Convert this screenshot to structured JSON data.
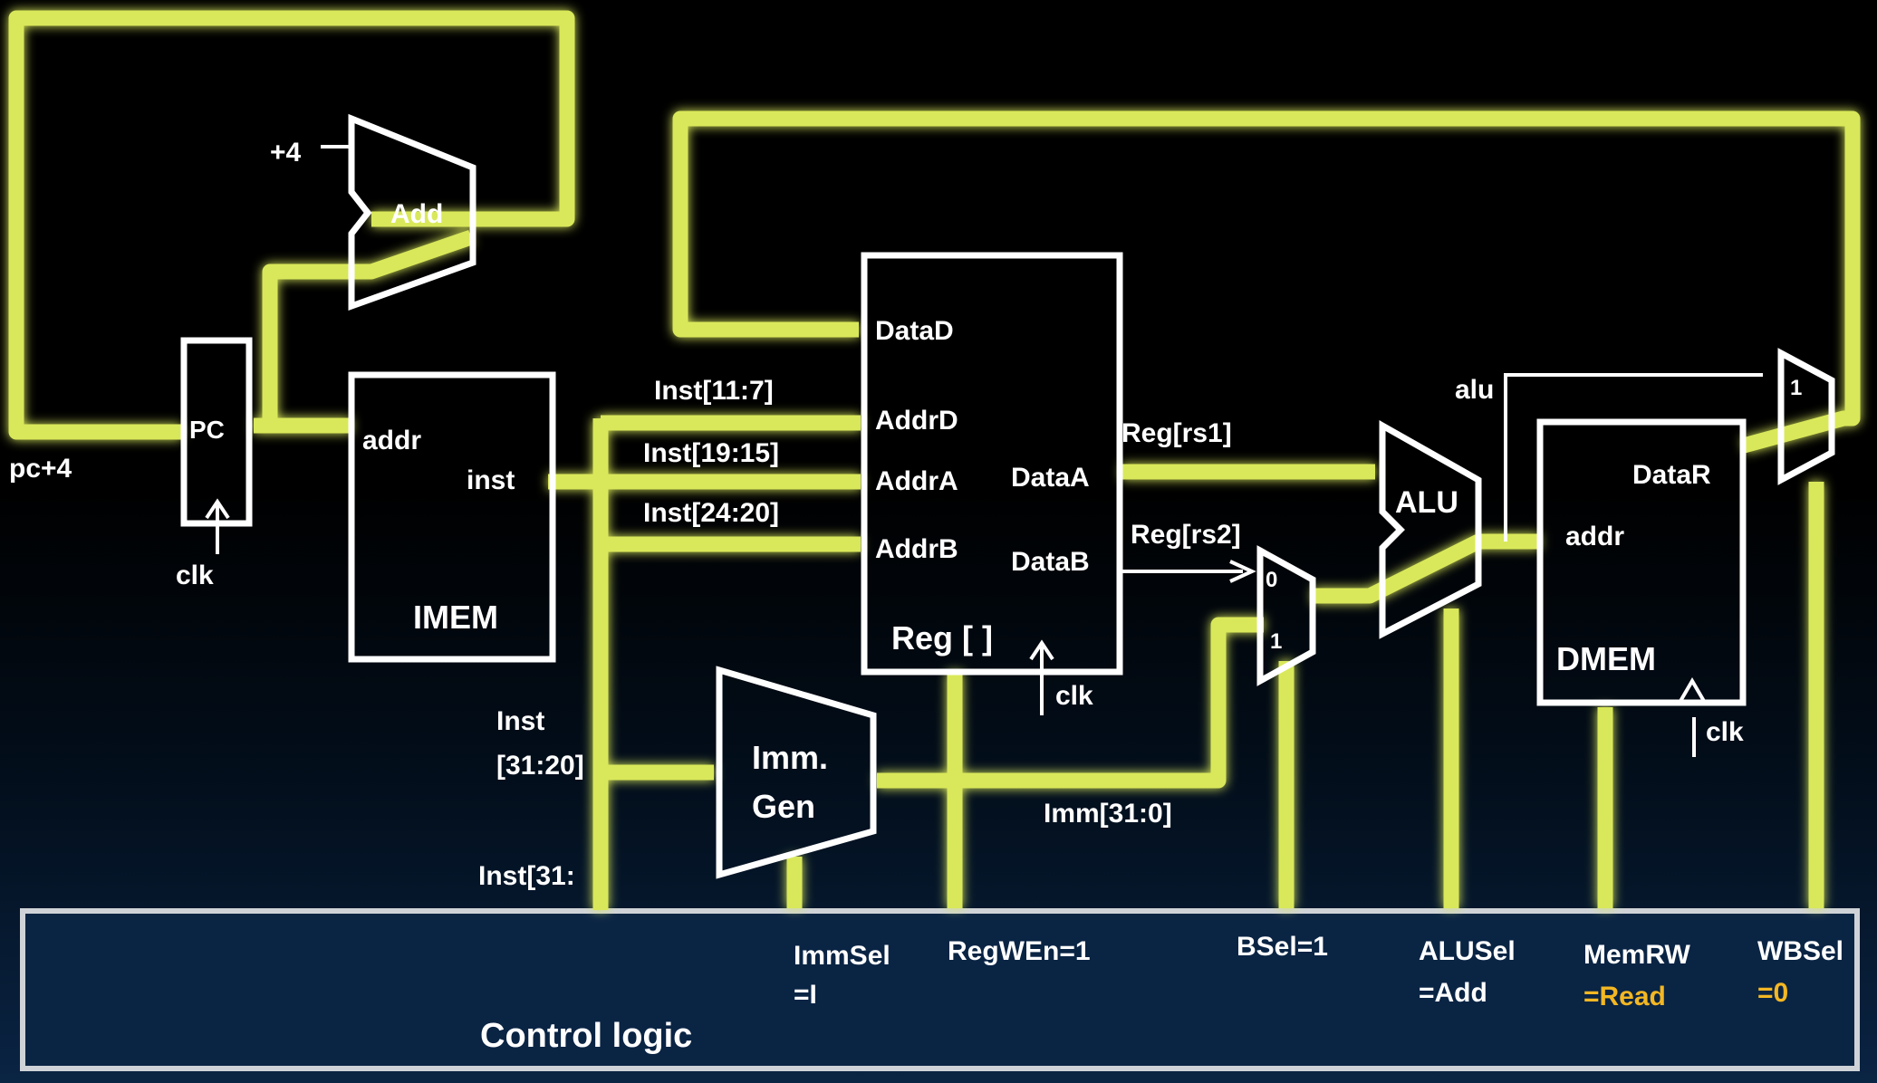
{
  "colors": {
    "highlight": "#d9e85a",
    "background": "#000000",
    "control_bg": "#0a2444",
    "orange_text": "#f3b723"
  },
  "labels": {
    "pc_plus4": "pc+4",
    "pc": "PC",
    "clk": "clk",
    "plus4": "+4",
    "add": "Add",
    "addr": "addr",
    "inst": "inst",
    "imem": "IMEM",
    "inst_11_7": "Inst[11:7]",
    "inst_19_15": "Inst[19:15]",
    "inst_24_20": "Inst[24:20]",
    "inst_31_20_a": "Inst",
    "inst_31_20_b": "[31:20]",
    "inst_31": "Inst[31:",
    "imm_gen_a": "Imm.",
    "imm_gen_b": "Gen",
    "datad": "DataD",
    "addrd": "AddrD",
    "addra": "AddrA",
    "addrb": "AddrB",
    "dataa": "DataA",
    "datab": "DataB",
    "reg": "Reg [ ]",
    "reg_rs1": "Reg[rs1]",
    "reg_rs2": "Reg[rs2]",
    "imm_31_0": "Imm[31:0]",
    "mux_0": "0",
    "mux_1": "1",
    "alu": "ALU",
    "alu_wire": "alu",
    "datar": "DataR",
    "dmem": "DMEM",
    "wb_mux_1": "1"
  },
  "control": {
    "title": "Control logic",
    "immsel_a": "ImmSel",
    "immsel_b": "=I",
    "regwen": "RegWEn=1",
    "bsel": "BSel=1",
    "alusel_a": "ALUSel",
    "alusel_b": "=Add",
    "memrw_a": "MemRW",
    "memrw_b": "=Read",
    "wbsel_a": "WBSel",
    "wbsel_b": "=0"
  }
}
